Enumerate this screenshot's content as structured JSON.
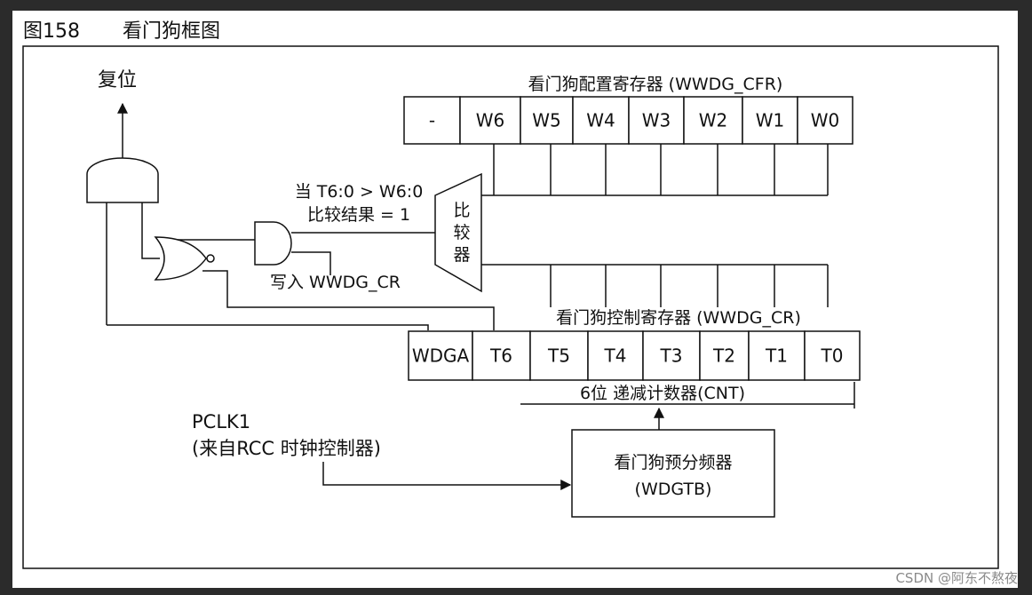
{
  "figure": {
    "number": "图158",
    "title": "看门狗框图"
  },
  "reset_label": "复位",
  "cfr": {
    "title": "看门狗配置寄存器 (WWDG_CFR)",
    "cells": [
      "-",
      "W6",
      "W5",
      "W4",
      "W3",
      "W2",
      "W1",
      "W0"
    ]
  },
  "cr": {
    "title": "看门狗控制寄存器 (WWDG_CR)",
    "cells": [
      "WDGA",
      "T6",
      "T5",
      "T4",
      "T3",
      "T2",
      "T1",
      "T0"
    ]
  },
  "counter_label": "6位 递减计数器(CNT)",
  "comparator": {
    "label_chars": [
      "比",
      "较",
      "器"
    ],
    "condition_line1": "当 T6:0 > W6:0",
    "condition_line2": "比较结果 = 1"
  },
  "write_label": "写入 WWDG_CR",
  "clock": {
    "line1": "PCLK1",
    "line2": "(来自RCC 时钟控制器)"
  },
  "prescaler": {
    "line1": "看门狗预分频器",
    "line2": "(WDGTB)"
  },
  "watermark": "CSDN @阿东不熬夜",
  "colors": {
    "background": "#2b2b2b",
    "paper": "#ffffff",
    "ink": "#111111"
  }
}
